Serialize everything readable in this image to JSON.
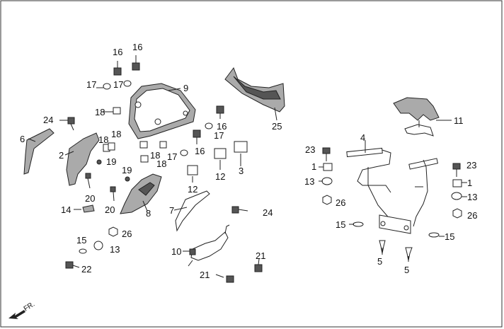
{
  "callouts": {
    "c1a": "1",
    "c1b": "1",
    "c2": "2",
    "c3": "3",
    "c4": "4",
    "c5a": "5",
    "c5b": "5",
    "c6": "6",
    "c7": "7",
    "c8": "8",
    "c9": "9",
    "c10": "10",
    "c11": "11",
    "c12a": "12",
    "c12b": "12",
    "c13a": "13",
    "c13b": "13",
    "c13c": "13",
    "c14": "14",
    "c15a": "15",
    "c15b": "15",
    "c15c": "15",
    "c16a": "16",
    "c16b": "16",
    "c16c": "16",
    "c16d": "16",
    "c17a": "17",
    "c17b": "17",
    "c17c": "17",
    "c17d": "17",
    "c18a": "18",
    "c18b": "18",
    "c18c": "18",
    "c18d": "18",
    "c18e": "18",
    "c19a": "19",
    "c19b": "19",
    "c20a": "20",
    "c20b": "20",
    "c21a": "21",
    "c21b": "21",
    "c22": "22",
    "c23a": "23",
    "c23b": "23",
    "c24a": "24",
    "c24b": "24",
    "c25": "25",
    "c26a": "26",
    "c26b": "26",
    "c26c": "26"
  },
  "direction_label": "FR."
}
